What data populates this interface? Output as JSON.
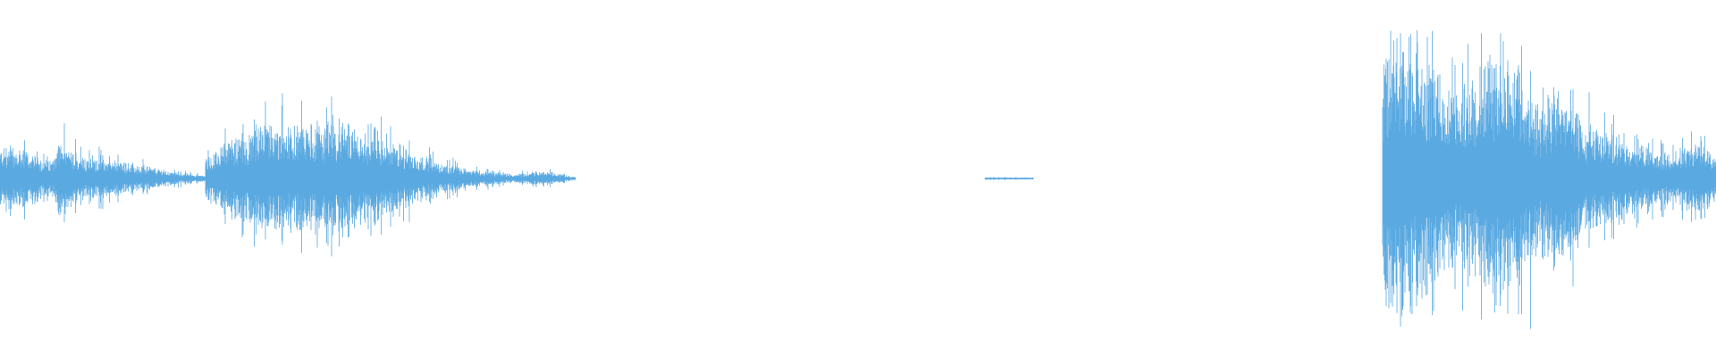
{
  "waveform": {
    "color": "#5aa9e1",
    "background": "#ffffff",
    "segments": [
      {
        "name": "segment-1",
        "start": 0.0,
        "end": 0.12,
        "envelope": [
          [
            0.0,
            0.22
          ],
          [
            0.015,
            0.2
          ],
          [
            0.03,
            0.12
          ],
          [
            0.034,
            0.28
          ],
          [
            0.045,
            0.18
          ],
          [
            0.06,
            0.15
          ],
          [
            0.08,
            0.1
          ],
          [
            0.1,
            0.05
          ],
          [
            0.12,
            0.02
          ]
        ]
      },
      {
        "name": "segment-2",
        "start": 0.12,
        "end": 0.335,
        "envelope": [
          [
            0.12,
            0.18
          ],
          [
            0.135,
            0.28
          ],
          [
            0.155,
            0.38
          ],
          [
            0.175,
            0.36
          ],
          [
            0.195,
            0.4
          ],
          [
            0.215,
            0.3
          ],
          [
            0.235,
            0.22
          ],
          [
            0.255,
            0.12
          ],
          [
            0.28,
            0.06
          ],
          [
            0.3,
            0.03
          ],
          [
            0.32,
            0.05
          ],
          [
            0.335,
            0.01
          ]
        ]
      },
      {
        "name": "segment-3",
        "start": 0.574,
        "end": 0.602,
        "envelope": [
          [
            0.574,
            0.008
          ],
          [
            0.602,
            0.008
          ]
        ]
      },
      {
        "name": "segment-4",
        "start": 0.806,
        "end": 1.0,
        "envelope": [
          [
            0.806,
            0.8
          ],
          [
            0.812,
            0.98
          ],
          [
            0.822,
            1.0
          ],
          [
            0.835,
            0.75
          ],
          [
            0.85,
            0.6
          ],
          [
            0.865,
            0.85
          ],
          [
            0.88,
            0.95
          ],
          [
            0.895,
            0.55
          ],
          [
            0.91,
            0.65
          ],
          [
            0.925,
            0.38
          ],
          [
            0.945,
            0.3
          ],
          [
            0.96,
            0.22
          ],
          [
            0.975,
            0.18
          ],
          [
            0.99,
            0.3
          ],
          [
            1.0,
            0.15
          ]
        ]
      }
    ]
  }
}
